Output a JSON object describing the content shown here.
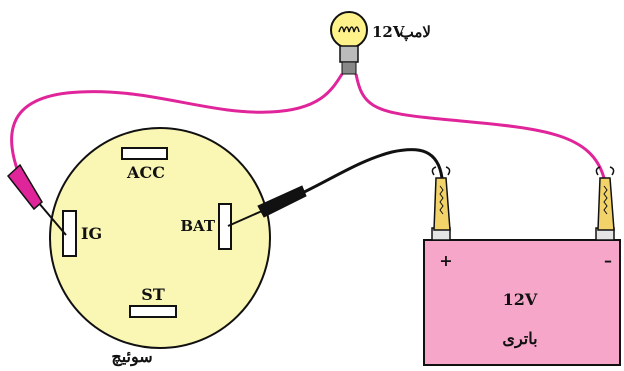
{
  "labels": {
    "lamp": "لامپ",
    "lamp_voltage": "12V",
    "switch": "سوئیچ",
    "terminal_acc": "ACC",
    "terminal_ig": "IG",
    "terminal_bat": "BAT",
    "terminal_st": "ST",
    "battery_voltage": "12V",
    "battery": "باتری",
    "battery_plus": "+",
    "battery_minus": "–"
  },
  "colors": {
    "switch_fill": "#faf6b4",
    "battery_fill": "#f5a6c9",
    "wire_pink": "#e0249a",
    "wire_black": "#111111",
    "lamp_bulb": "#fff28a"
  }
}
